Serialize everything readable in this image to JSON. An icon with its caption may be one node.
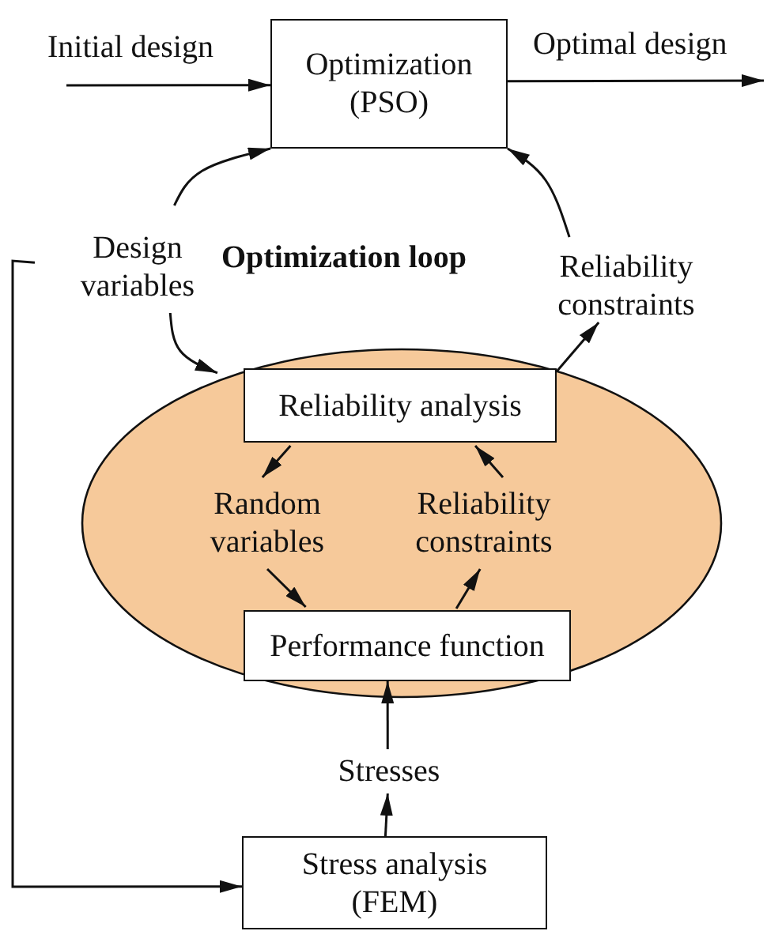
{
  "diagram": {
    "nodes": [
      {
        "text": [
          "Optimization (PSO)"
        ]
      },
      {
        "text": [
          "Design variables"
        ]
      },
      {
        "text": [
          "Reliability constraints"
        ]
      },
      {
        "text": [],
        "shape": "ellipse"
      },
      {
        "text": [
          "Reliability analysis"
        ],
        "in": 3
      },
      {
        "text": [
          "Random variables"
        ],
        "in": 3
      },
      {
        "text": [
          "Reliability constraints"
        ],
        "in": 3
      },
      {
        "text": [
          "Performance function"
        ],
        "in": 3
      },
      {
        "text": [
          "Stresses"
        ]
      },
      {
        "text": [
          "Stress analysis (FEM)"
        ]
      }
    ],
    "edges": [
      {
        "from": null,
        "to": 0,
        "arrow": "to",
        "label": "Initial design"
      },
      {
        "from": 0,
        "to": null,
        "arrow": "to",
        "label": "Optimal design"
      },
      {
        "from": 1,
        "to": 0,
        "arrow": "to"
      },
      {
        "from": 2,
        "to": 0,
        "arrow": "to"
      },
      {
        "from": 1,
        "to": 3,
        "arrow": "to"
      },
      {
        "from": 4,
        "to": 2,
        "arrow": "to"
      },
      {
        "from": 4,
        "to": 5,
        "arrow": "to"
      },
      {
        "from": 6,
        "to": 4,
        "arrow": "to"
      },
      {
        "from": 5,
        "to": 7,
        "arrow": "to"
      },
      {
        "from": 7,
        "to": 6,
        "arrow": "to"
      },
      {
        "from": 8,
        "to": 7,
        "arrow": "to"
      },
      {
        "from": 9,
        "to": 8,
        "arrow": "to"
      },
      {
        "from": 1,
        "to": 9,
        "arrow": "to"
      }
    ],
    "labels": [
      "Optimization loop"
    ]
  }
}
